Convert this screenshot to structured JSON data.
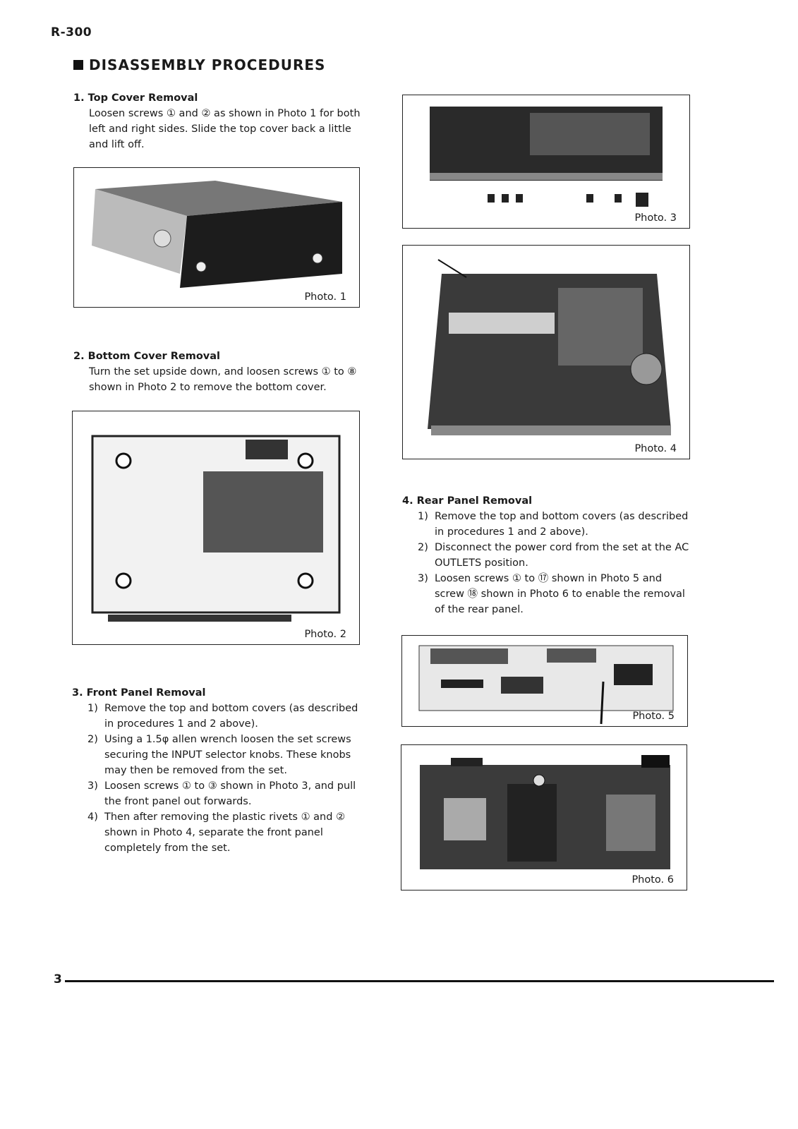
{
  "model": "R-300",
  "title": "DISASSEMBLY PROCEDURES",
  "sections": {
    "s1": {
      "heading": "1. Top Cover Removal",
      "body": "Loosen screws ① and ② as shown in Photo 1 for both left and right sides. Slide the top cover back a little and lift off."
    },
    "s2": {
      "heading": "2. Bottom Cover Removal",
      "body": "Turn the set upside down, and loosen screws ① to ⑧ shown in Photo 2 to remove the bottom cover."
    },
    "s3": {
      "heading": "3. Front Panel Removal",
      "items": [
        {
          "num": "1)",
          "text": "Remove the top and bottom covers (as described in procedures 1 and 2 above)."
        },
        {
          "num": "2)",
          "text": "Using a 1.5φ allen wrench loosen the set screws securing the INPUT selector knobs. These knobs may then be removed from the set."
        },
        {
          "num": "3)",
          "text": "Loosen screws ① to ③ shown in Photo 3, and pull the front panel out forwards."
        },
        {
          "num": "4)",
          "text": "Then after removing the plastic rivets ① and ② shown in Photo 4, separate the front panel completely from the set."
        }
      ]
    },
    "s4": {
      "heading": "4. Rear Panel Removal",
      "items": [
        {
          "num": "1)",
          "text": "Remove the top and bottom covers (as described in procedures 1 and 2 above)."
        },
        {
          "num": "2)",
          "text": "Disconnect the power cord from the set at the AC OUTLETS position."
        },
        {
          "num": "3)",
          "text": "Loosen screws ① to ⑰ shown in Photo 5 and screw ⑱ shown in Photo 6 to enable the removal of the rear panel."
        }
      ]
    }
  },
  "photos": {
    "p1": "Photo. 1",
    "p2": "Photo. 2",
    "p3": "Photo. 3",
    "p4": "Photo. 4",
    "p5": "Photo. 5",
    "p6": "Photo. 6"
  },
  "page_number": "3"
}
